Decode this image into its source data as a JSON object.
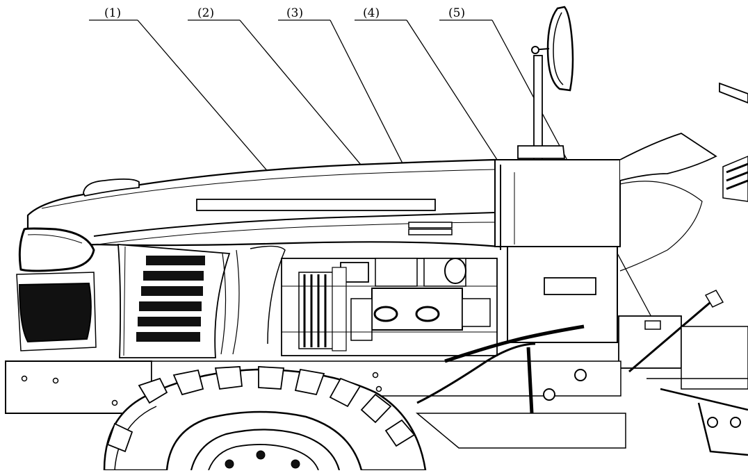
{
  "diagram": {
    "callouts": [
      {
        "label": "(1)"
      },
      {
        "label": "(2)"
      },
      {
        "label": "(3)"
      },
      {
        "label": "(4)"
      },
      {
        "label": "(5)"
      }
    ]
  }
}
